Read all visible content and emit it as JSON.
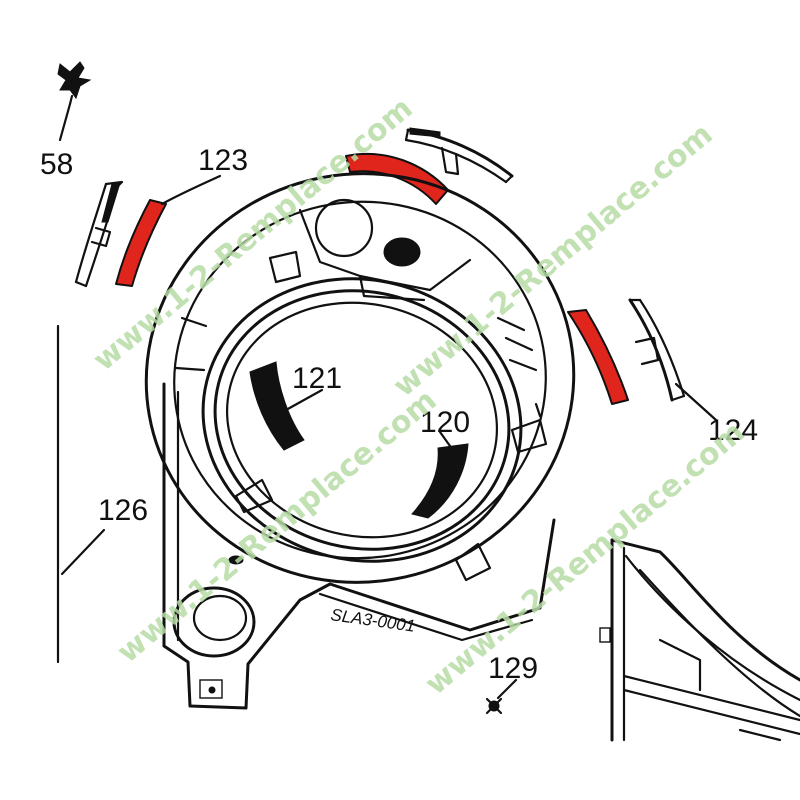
{
  "diagram": {
    "callouts": [
      {
        "id": "58",
        "text": "58"
      },
      {
        "id": "123",
        "text": "123"
      },
      {
        "id": "121",
        "text": "121"
      },
      {
        "id": "120",
        "text": "120"
      },
      {
        "id": "124",
        "text": "124"
      },
      {
        "id": "126",
        "text": "126"
      },
      {
        "id": "129",
        "text": "129"
      }
    ],
    "part_code": "SLA3-0001",
    "watermarks": [
      "www.1-2-Remplace.com",
      "www.1-2-Remplace.com",
      "www.1-2-Remplace.com",
      "www.1-2-Remplace.com"
    ],
    "colors": {
      "highlight": "#e0251c",
      "line": "#111111",
      "watermark": "#b7dca6",
      "background": "#ffffff"
    }
  }
}
